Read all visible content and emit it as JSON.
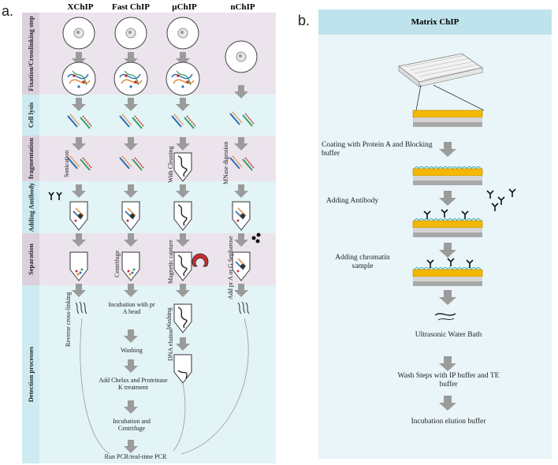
{
  "panel_a": {
    "label": "a.",
    "columns": [
      "XChIP",
      "Fast ChIP",
      "µChIP",
      "nChIP"
    ],
    "stages": [
      "Fixation/Crosslinking step",
      "Cell lysis",
      "fragmentation",
      "Adding Antibody",
      "Separation",
      "Detection processes"
    ],
    "step_labels": {
      "sonication": "Sonication",
      "with_cleaning": "With Cleaning",
      "mnase": "MNase digestion",
      "centrifuge": "Centrifuge",
      "magnetic": "Magnetic capture",
      "add_pr": "Add pr A or G Sepharose",
      "reverse": "Reverse cross-linking",
      "washing_v": "Washing",
      "dna_elution": "DNA elution",
      "incubation_bead": "Incubation with pr A bead",
      "washing": "Washing",
      "chelax": "Add Chelax and Proteinase K treatment",
      "incubation_centrifuge": "Incubation and Centrifuge",
      "run_pcr": "Run PCR/real-time PCR"
    }
  },
  "panel_b": {
    "label": "b.",
    "title": "Matrix ChIP",
    "steps": {
      "coating": "Coating with Protein A and Blocking buffer",
      "antibody": "Adding Antibody",
      "chromatin": "Adding chromatin sample",
      "ultrasonic": "Ultrasonic Water Bath",
      "wash": "Wash Steps with IP buffer and TE buffer",
      "incubation": "Incubation elution buffer"
    }
  },
  "colors": {
    "band_pink": "#ece4ec",
    "band_cyan": "#e3f4f7",
    "panel_b_bg": "#e9f5f8",
    "panel_b_title": "#bfe3ec",
    "arrow": "#999999",
    "gold": "#f5b800"
  }
}
